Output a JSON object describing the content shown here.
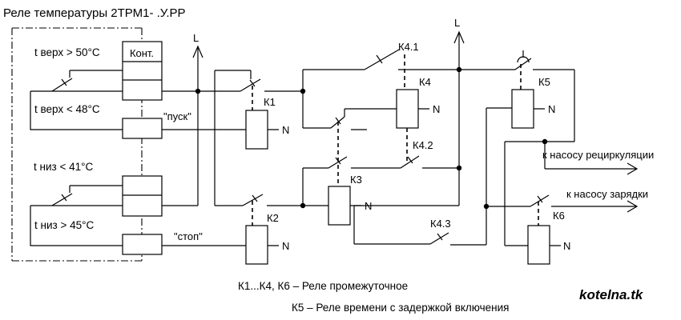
{
  "title": "Реле температуры 2ТРМ1- .У.РР",
  "colors": {
    "ink": "#000000",
    "background": "#ffffff"
  },
  "temperature_relay": {
    "contacts_header": "Конт.",
    "conditions": {
      "upper_on": "t верх > 50°С",
      "upper_off": "t верх < 48°С",
      "lower_on": "t низ < 41°С",
      "lower_off": "t низ > 45°С"
    },
    "start_label": "\"пуск\"",
    "stop_label": "\"стоп\""
  },
  "supply": {
    "line1": "L",
    "line2": "L",
    "neutral": "N"
  },
  "relays": {
    "k1": "К1",
    "k2": "К2",
    "k3": "К3",
    "k4": "К4",
    "k4_1": "К4.1",
    "k4_2": "К4.2",
    "k4_3": "К4.3",
    "k5": "К5",
    "k6": "К6"
  },
  "outputs": {
    "recirculation": "к насосу рециркуляции",
    "charging": "к насосу зарядки"
  },
  "legend": {
    "line1": "К1...К4, К6 – Реле промежуточное",
    "line2": "К5 – Реле времени с задержкой включения"
  },
  "watermark": "kotelna.tk"
}
